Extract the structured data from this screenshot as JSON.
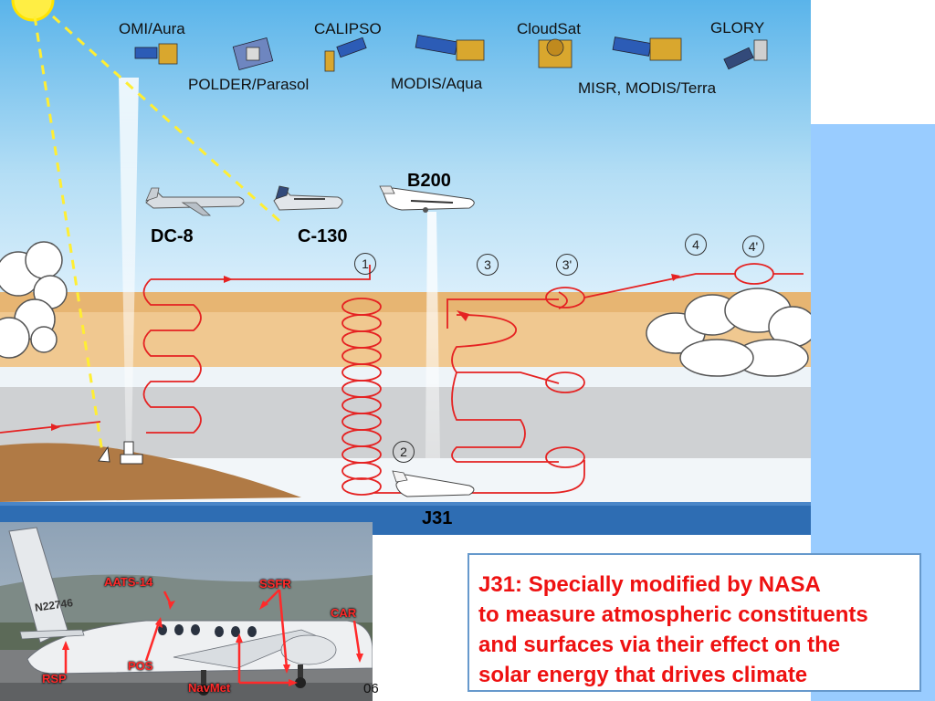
{
  "satellites": {
    "omi_aura": "OMI/Aura",
    "calipso": "CALIPSO",
    "cloudsat": "CloudSat",
    "glory": "GLORY",
    "polder_parasol": "POLDER/Parasol",
    "modis_aqua": "MODIS/Aqua",
    "misr_modis_terra": "MISR, MODIS/Terra"
  },
  "aircraft": {
    "b200": "B200",
    "dc8": "DC-8",
    "c130": "C-130",
    "j31": "J31"
  },
  "flight_steps": [
    "1",
    "2",
    "3",
    "3'",
    "4",
    "4'"
  ],
  "photo": {
    "tail_number": "N22746",
    "labels": {
      "aats14": "AATS-14",
      "ssfr": "SSFR",
      "car": "CAR",
      "pos": "POS",
      "rsp": "RSP",
      "navmet": "NavMet"
    }
  },
  "info": {
    "line1": "J31: Specially modified by NASA",
    "line2": "to measure atmospheric constituents",
    "line3": "and surfaces via their effect on the",
    "line4": "solar energy that drives climate"
  },
  "slide_number": "06",
  "colors": {
    "flight_path": "#e52222",
    "sun_beam": "#ffee33",
    "info_text": "#ee1111",
    "ground_bar": "#2e6db3"
  }
}
